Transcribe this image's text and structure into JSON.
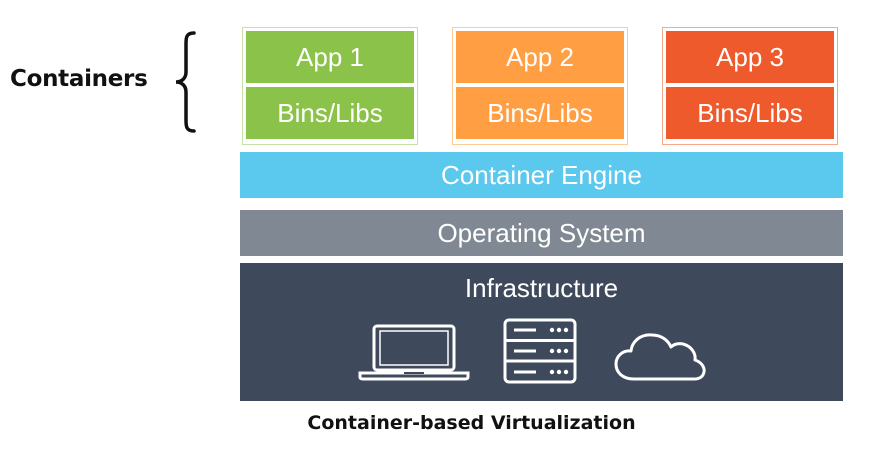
{
  "containers_label": "Containers",
  "apps": [
    {
      "name": "App 1",
      "libs": "Bins/Libs",
      "color": "#8BC34A",
      "border": "#C5E1A5"
    },
    {
      "name": "App 2",
      "libs": "Bins/Libs",
      "color": "#FF9E42",
      "border": "#FFCC99"
    },
    {
      "name": "App 3",
      "libs": "Bins/Libs",
      "color": "#EE5A2C",
      "border": "#F5A88C"
    }
  ],
  "layers": {
    "engine": {
      "label": "Container Engine",
      "color": "#5BC8EE"
    },
    "os": {
      "label": "Operating System",
      "color": "#808893"
    },
    "infrastructure": {
      "label": "Infrastructure",
      "color": "#3E4A5C"
    }
  },
  "infrastructure_icons": [
    "laptop-icon",
    "server-icon",
    "cloud-icon"
  ],
  "caption": "Container-based Virtualization"
}
